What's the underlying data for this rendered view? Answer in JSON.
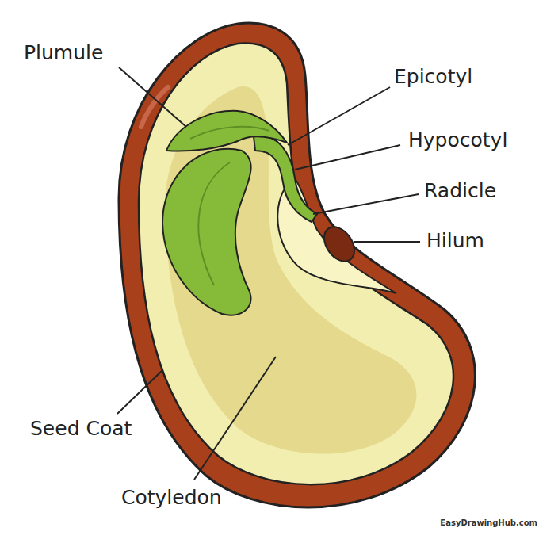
{
  "diagram": {
    "labels": [
      "Plumule",
      "Epicotyl",
      "Hypocotyl",
      "Radicle",
      "Hilum",
      "Seed Coat",
      "Cotyledon",
      "EasyDrawingHub.com"
    ]
  }
}
